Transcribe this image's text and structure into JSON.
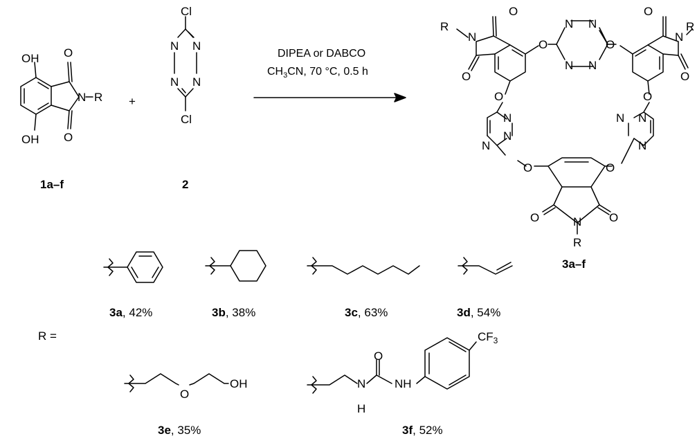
{
  "reactant_1": {
    "substituents": {
      "oh_top": "OH",
      "oh_bottom": "OH",
      "o_top": "O",
      "o_bottom": "O",
      "n": "N",
      "r": "R"
    },
    "label": "1a–f"
  },
  "plus": "+",
  "reactant_2": {
    "substituents": {
      "cl_top": "Cl",
      "cl_bottom": "Cl",
      "n": "N"
    },
    "label": "2"
  },
  "conditions": {
    "line1": "DIPEA or DABCO",
    "line2_pre": "CH",
    "line2_sub": "3",
    "line2_post": "CN, 70 °C, 0.5 h"
  },
  "product": {
    "label": "3a–f",
    "atoms": {
      "o": "O",
      "n": "N",
      "r": "R"
    }
  },
  "r_equals": "R =",
  "substituents": [
    {
      "id": "3a",
      "yield": ", 42%"
    },
    {
      "id": "3b",
      "yield": ", 38%"
    },
    {
      "id": "3c",
      "yield": ", 63%"
    },
    {
      "id": "3d",
      "yield": ", 54%"
    },
    {
      "id": "3e",
      "yield": ", 35%",
      "atoms": {
        "o": "O",
        "oh": "OH"
      }
    },
    {
      "id": "3f",
      "yield": ", 52%",
      "atoms": {
        "o": "O",
        "nh1": "N",
        "h1": "H",
        "nh2": "NH",
        "cf3_pre": "CF",
        "cf3_sub": "3"
      }
    }
  ]
}
